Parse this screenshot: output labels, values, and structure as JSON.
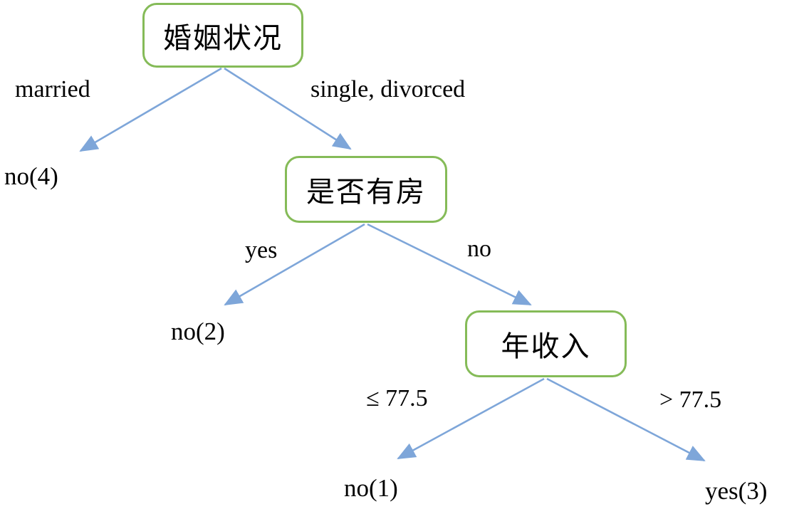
{
  "title": "Decision tree: marital status / house ownership / annual income",
  "colors": {
    "background": "#ffffff",
    "text": "#000000",
    "edge": "#7ea6d9",
    "node_border": "#85bb58",
    "node_fill": "#ffffff"
  },
  "tree": {
    "root": {
      "label": "婚姻状况"
    },
    "node_house": {
      "label": "是否有房"
    },
    "node_income": {
      "label": "年收入"
    },
    "edge_married": {
      "label": "married"
    },
    "edge_single_divorced": {
      "label": "single, divorced"
    },
    "edge_yes": {
      "label": "yes"
    },
    "edge_no": {
      "label": "no"
    },
    "edge_le_775": {
      "label": "≤ 77.5"
    },
    "edge_gt_775": {
      "label": "> 77.5"
    },
    "leaf_no4": {
      "label": "no(4)"
    },
    "leaf_no2": {
      "label": "no(2)"
    },
    "leaf_no1": {
      "label": "no(1)"
    },
    "leaf_yes3": {
      "label": "yes(3)"
    }
  }
}
